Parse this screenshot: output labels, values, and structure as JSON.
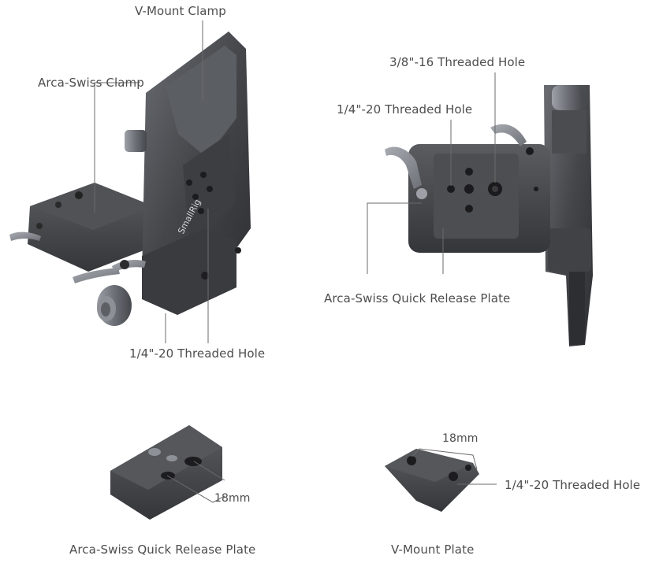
{
  "labels": {
    "v_mount_clamp": "V-Mount Clamp",
    "arca_swiss_clamp": "Arca-Swiss Clamp",
    "bottom_threaded_hole": "1/4\"-20 Threaded Hole",
    "top_38_hole": "3/8\"-16 Threaded Hole",
    "top_14_hole": "1/4\"-20 Threaded Hole",
    "arca_plate_callout": "Arca-Swiss Quick Release Plate",
    "dim_18mm_arca": "18mm",
    "dim_18mm_vmount": "18mm",
    "vmount_plate_hole": "1/4\"-20 Threaded Hole"
  },
  "captions": {
    "arca_plate": "Arca-Swiss Quick Release Plate",
    "vmount_plate": "V-Mount Plate"
  },
  "brand_logo": "SmallRig",
  "colors": {
    "metal_dark": "#3b3c3f",
    "metal_mid": "#55575b",
    "metal_light": "#7c7f84",
    "callout_line": "#6b6b6b",
    "text": "#4d4d4d"
  }
}
